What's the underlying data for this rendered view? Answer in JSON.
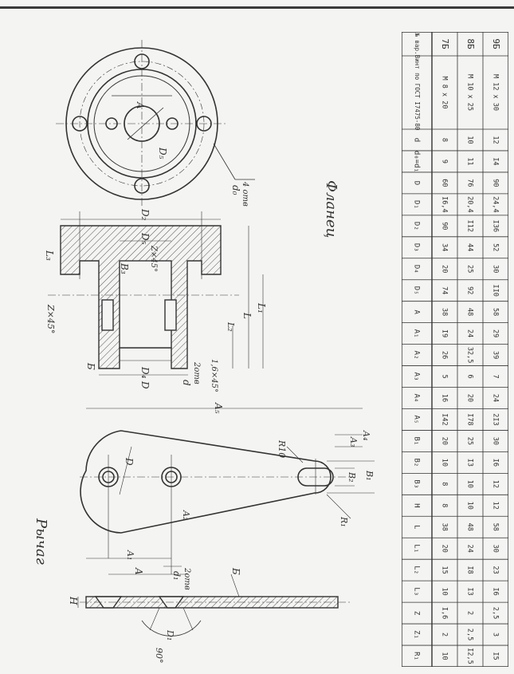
{
  "titles": {
    "lever": "Рычаг",
    "flange": "Фланец"
  },
  "labels": {
    "rb": "R10",
    "r1": "R₁",
    "b2": "B₂",
    "b1": "B₁",
    "a2": "A₂",
    "a3": "A₃",
    "a4": "A₄",
    "a5": "A₅",
    "a1": "A₁",
    "a": "A",
    "d": "D",
    "b": "Б",
    "h": "H",
    "d1": "D₁",
    "angle": "90°",
    "d_holes": "d₁",
    "d_holes2": "2отв",
    "ch1": "Z×45°",
    "ch2": "Z×45°",
    "ch3": "1,6×45°",
    "l3": "L₃",
    "b3": "B₃",
    "d5": "D₅",
    "d2": "D₂",
    "d4": "D₄",
    "dd": "D",
    "dflange": "d",
    "d2otv": "2отв",
    "l1": "L₁",
    "l2": "L₂",
    "l": "L",
    "bflange": "Б",
    "d0": "d₀",
    "d0n": "4 отв",
    "fa": "A",
    "fd5": "D₅"
  },
  "table": {
    "headers": [
      "№ вар.",
      "Винт по ГОСТ I7475-80",
      "d",
      "d₀=d₁",
      "D",
      "D₁",
      "D₂",
      "D₃",
      "D₄",
      "D₅",
      "A",
      "A₁",
      "A₂",
      "A₃",
      "A₄",
      "A₅",
      "B₁",
      "B₂",
      "B₃",
      "H",
      "L",
      "L₁",
      "L₂",
      "L₃",
      "Z",
      "Z₁",
      "R₁"
    ],
    "rows": [
      [
        "7Б",
        "М 8 х 20",
        "8",
        "9",
        "60",
        "I6,4",
        "90",
        "34",
        "20",
        "74",
        "38",
        "I9",
        "26",
        "5",
        "16",
        "I42",
        "20",
        "10",
        "8",
        "8",
        "38",
        "20",
        "15",
        "10",
        "I,6",
        "2",
        "10"
      ],
      [
        "8Б",
        "М 10 х 25",
        "10",
        "11",
        "76",
        "20,4",
        "I12",
        "44",
        "25",
        "92",
        "48",
        "24",
        "32,5",
        "6",
        "20",
        "I78",
        "25",
        "I3",
        "10",
        "10",
        "48",
        "24",
        "I8",
        "I3",
        "2",
        "2,5",
        "I2,5"
      ],
      [
        "9Б",
        "М 12 х 30",
        "12",
        "I4",
        "90",
        "24,4",
        "I36",
        "52",
        "30",
        "II0",
        "58",
        "29",
        "39",
        "7",
        "24",
        "2I3",
        "30",
        "I6",
        "12",
        "12",
        "58",
        "30",
        "23",
        "I6",
        "2,5",
        "3",
        "I5"
      ]
    ]
  }
}
